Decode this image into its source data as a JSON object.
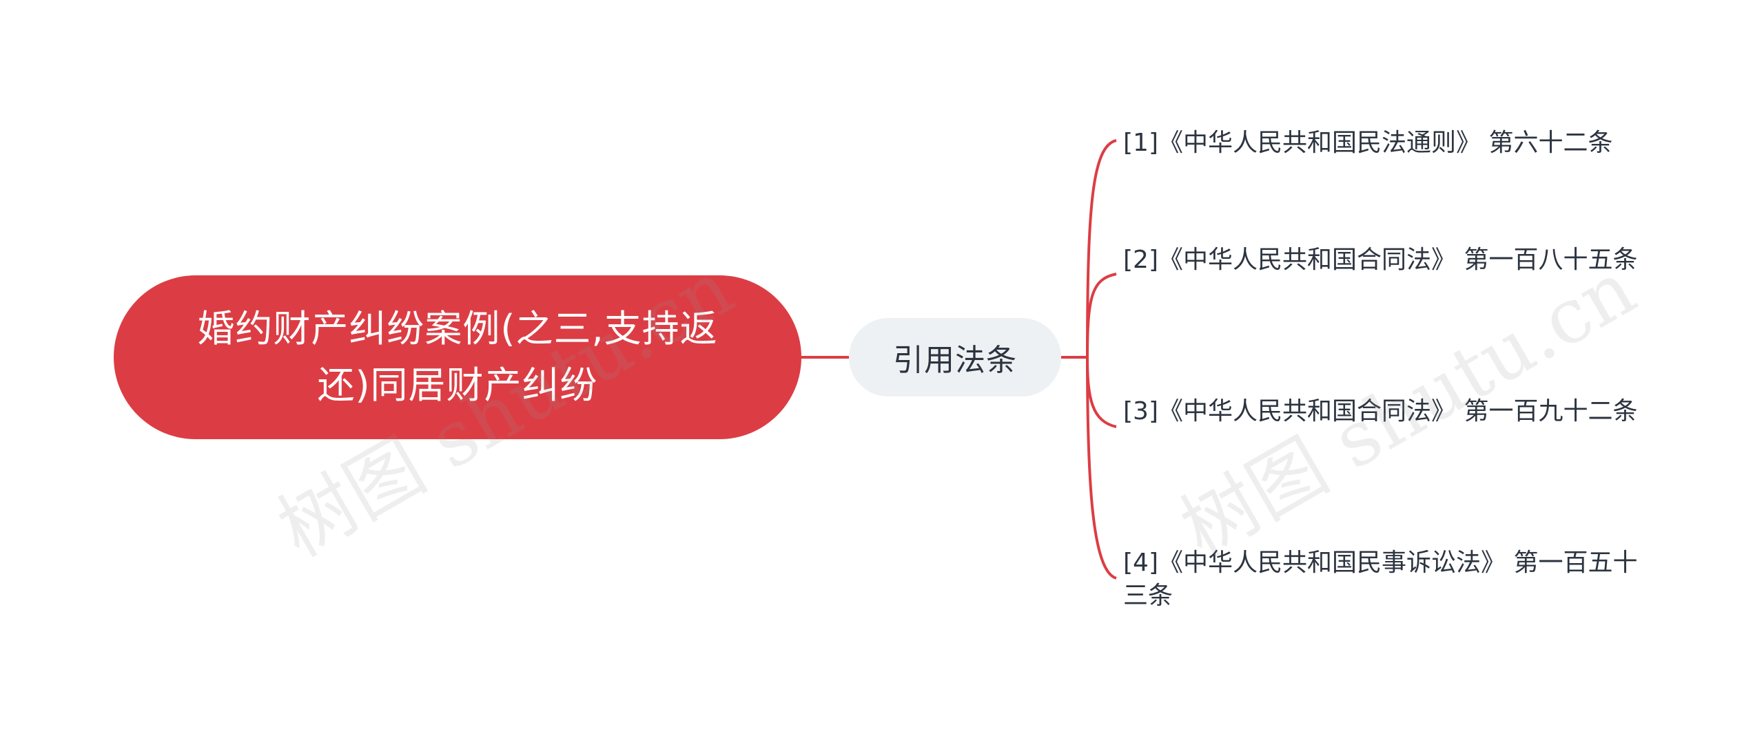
{
  "root": {
    "label": "婚约财产纠纷案例(之三,支持返还)同居财产纠纷"
  },
  "branch": {
    "label": "引用法条"
  },
  "leaves": [
    {
      "label": "[1]《中华人民共和国民法通则》 第六十二条"
    },
    {
      "label": "[2]《中华人民共和国合同法》 第一百八十五条"
    },
    {
      "label": "[3]《中华人民共和国合同法》 第一百九十二条"
    },
    {
      "label": "[4]《中华人民共和国民事诉讼法》 第一百五十三条"
    }
  ],
  "watermarks": [
    "树图 shutu.cn",
    "树图 shutu.cn"
  ],
  "colors": {
    "root_fill": "#dc3d44",
    "connector": "#dc3d44",
    "branch_fill": "#eef1f4",
    "text_dark": "#2c3440"
  }
}
